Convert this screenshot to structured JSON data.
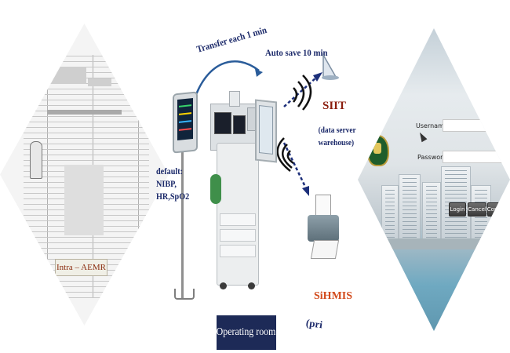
{
  "form": {
    "label": "Intra – AEMR"
  },
  "operating_room": {
    "title": "Operating room",
    "default_lines": [
      "default:",
      "NIBP,",
      "HR,SpO2"
    ],
    "transfer_text": "Transfer each 1 min",
    "autosave_text": "Auto save 10 min"
  },
  "siit": {
    "title": "SIIT",
    "description": [
      "(data server",
      "warehouse)"
    ]
  },
  "sihmis": {
    "title": "SiHMIS",
    "subtitle": "(pri"
  },
  "login": {
    "username_label": "Username :",
    "password_label": "Password :",
    "buttons": [
      "Login",
      "Cancel",
      "Config"
    ]
  },
  "colors": {
    "label_navy": "#1c2a6a",
    "accent_red": "#8b1e0e",
    "accent_orange": "#d24a1b",
    "box_navy": "#1d2a57"
  },
  "icons": [
    "patient-monitor-icon",
    "anesthesia-machine-icon",
    "wifi-signal-icon",
    "server-dish-icon",
    "printer-icon",
    "hospital-crest-icon",
    "mouse-cursor-icon"
  ]
}
